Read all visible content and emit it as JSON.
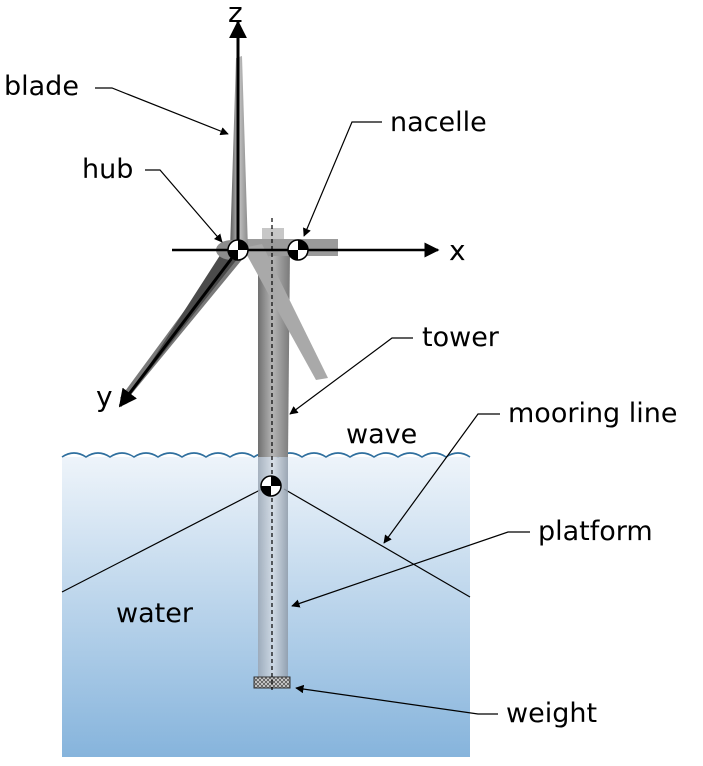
{
  "labels": {
    "z_axis": "z",
    "x_axis": "x",
    "y_axis": "y",
    "blade": "blade",
    "nacelle": "nacelle",
    "hub": "hub",
    "tower": "tower",
    "mooring_line": "mooring line",
    "wave": "wave",
    "platform": "platform",
    "water": "water",
    "weight": "weight"
  },
  "colors": {
    "water_top": "#eef4fa",
    "water_bottom": "#86b4dc",
    "wave_line": "#2f6f9e",
    "tower": "#8a8a8a",
    "blade": "#9a9a9a"
  }
}
